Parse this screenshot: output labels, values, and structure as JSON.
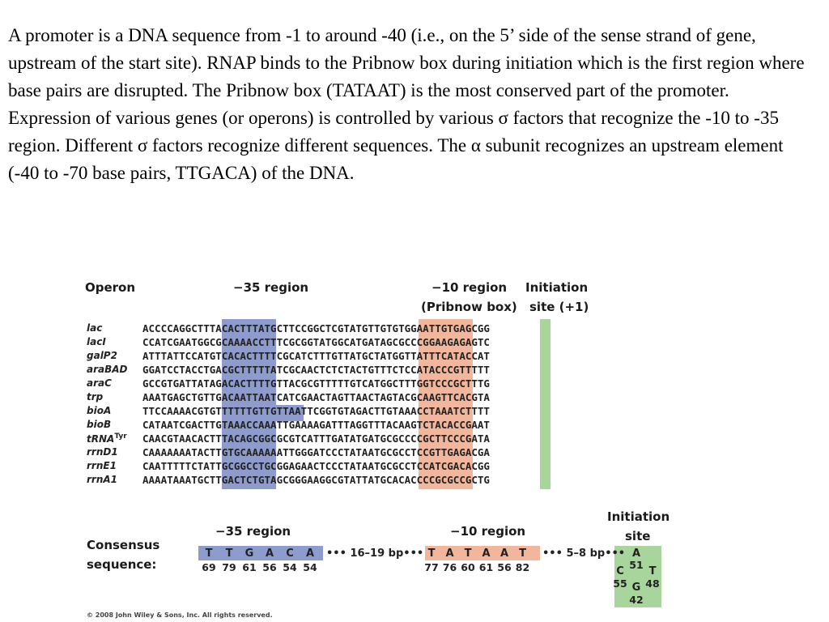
{
  "text": {
    "p1": "A promoter is a DNA sequence from -1 to around -40 (i.e., on the 5’  side of the sense strand of gene, upstream of the start site). RNAP binds to the Pribnow box during initiation which is the first region where base pairs are disrupted.  The Pribnow box (TATAAT) is the most conserved part of the promoter.",
    "p2": "Expression of various genes (or operons) is controlled by various σ factors that recognize the -10 to -35 region. Different σ factors recognize different sequences. The α subunit recognizes an upstream element  (-40 to -70 base pairs, TTGACA) of the DNA."
  },
  "figure": {
    "header_operon": "Operon",
    "header_35": "−35 region",
    "header_10_line1": "−10 region",
    "header_10_line2": "(Pribnow box)",
    "header_init_line1": "Initiation",
    "header_init_line2": "site (+1)",
    "operons": [
      {
        "name": "lac",
        "sup": "",
        "seq": "ACCCCAGGCTTTACACTTTATGCTTCCGGCTCGTATGTTGTGTGGAATTGTGAGCGG"
      },
      {
        "name": "lacI",
        "sup": "",
        "seq": "CCATCGAATGGCGCAAAACCTTTCGCGGTATGGCATGATAGCGCCCGGAAGAGAGTC"
      },
      {
        "name": "galP2",
        "sup": "",
        "seq": "ATTTATTCCATGTCACACTTTTCGCATCTTTGTTATGCTATGGTTATTTCATACCAT"
      },
      {
        "name": "araBAD",
        "sup": "",
        "seq": "GGATCCTACCTGACGCTTTTTATCGCAACTCTCTACTGTTTCTCCATACCCGTTTTT"
      },
      {
        "name": "araC",
        "sup": "",
        "seq": "GCCGTGATTATAGACACTTTTGTTACGCGTTTTTGTCATGGCTTTGGTCCCGCTTTG"
      },
      {
        "name": "trp",
        "sup": "",
        "seq": "AAATGAGCTGTTGACAATTAATCATCGAACTAGTTAACTAGTACGCAAGTTCACGTA"
      },
      {
        "name": "bioA",
        "sup": "",
        "seq": "TTCCAAAACGTGTTTTTTGTTGTTAATTCGGTGTAGACTTGTAAACCTAAATCTTTT"
      },
      {
        "name": "bioB",
        "sup": "",
        "seq": "CATAATCGACTTGTAAACCAAATTGAAAAGATTTAGGTTTACAAGTCTACACCGAAT"
      },
      {
        "name": "tRNA",
        "sup": "Tyr",
        "seq": "CAACGTAACACTTTACAGCGGCGCGTCATTTGATATGATGCGCCCCGCTTCCCGATA"
      },
      {
        "name": "rrnD1",
        "sup": "",
        "seq": "CAAAAAAATACTTGTGCAAAAAATTGGGATCCCTATAATGCGCCTCCGTTGAGACGA"
      },
      {
        "name": "rrnE1",
        "sup": "",
        "seq": "CAATTTTTCTATTGCGGCCTGCGGAGAACTCCCTATAATGCGCCTCCATCGACACGG"
      },
      {
        "name": "rrnA1",
        "sup": "",
        "seq": "AAAATAAATGCTTGACTCTGTAGCGGGAAGGCGTATTATGCACACCCCGCGCCGCTG"
      }
    ],
    "consensus": {
      "label_line1": "Consensus",
      "label_line2": "sequence:",
      "header_35": "−35 region",
      "header_10": "−10 region",
      "header_init_line1": "Initiation",
      "header_init_line2": "site",
      "box35": {
        "letters": [
          "T",
          "T",
          "G",
          "A",
          "C",
          "A"
        ],
        "percents": [
          "69",
          "79",
          "61",
          "56",
          "54",
          "54"
        ]
      },
      "spacer1": "16–19 bp",
      "box10": {
        "letters": [
          "T",
          "A",
          "T",
          "A",
          "A",
          "T"
        ],
        "percents": [
          "77",
          "76",
          "60",
          "61",
          "56",
          "82"
        ]
      },
      "spacer2": "5–8 bp",
      "init": [
        {
          "letter": "A",
          "percent": "51"
        },
        {
          "letter": "C",
          "percent": "55"
        },
        {
          "letter": "T",
          "percent": "48"
        },
        {
          "letter": "G",
          "percent": "42"
        }
      ]
    },
    "copyright": "© 2008 John Wiley & Sons, Inc. All rights reserved.",
    "colors": {
      "minus35": "#8d9ccc",
      "minus10": "#f2b69d",
      "initiation": "#a8d59b"
    }
  }
}
